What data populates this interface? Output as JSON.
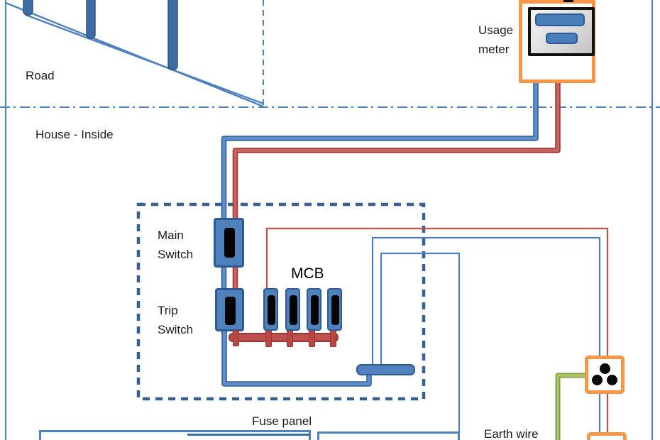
{
  "diagram": {
    "regions": {
      "road_label": "Road",
      "house_label": "House - Inside"
    },
    "components": {
      "usage_meter": {
        "label_line1": "Usage",
        "label_line2": "meter"
      },
      "main_switch": {
        "label_line1": "Main",
        "label_line2": "Switch"
      },
      "trip_switch": {
        "label_line1": "Trip",
        "label_line2": "Switch"
      },
      "mcb": {
        "label": "MCB",
        "count": 4
      },
      "fuse_panel": {
        "label": "Fuse panel"
      },
      "earth_wire": {
        "label": "Earth wire"
      }
    },
    "colors": {
      "wire_blue": "#4F81BD",
      "wire_red": "#C0504D",
      "earth_green": "#9BBB59",
      "socket_orange": "#F79646",
      "panel_border_blue": "#376092",
      "component_border_blue": "#2E5A94",
      "bus_bar_red": "#C0504D",
      "switch_toggle_black": "#000000"
    }
  }
}
